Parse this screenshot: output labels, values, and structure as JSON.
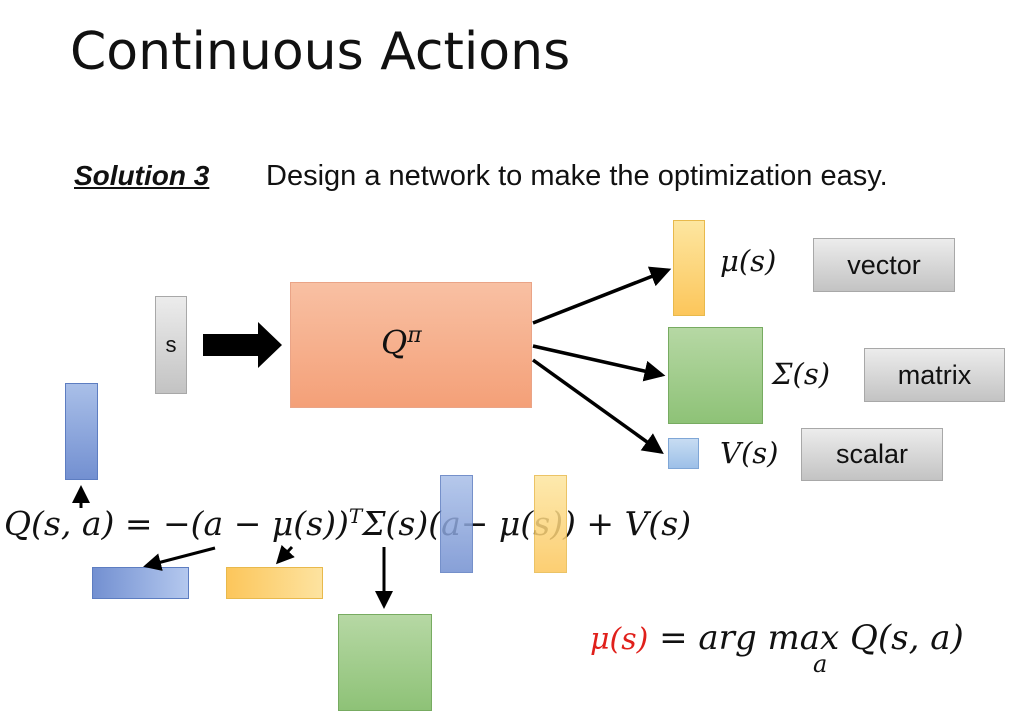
{
  "slide": {
    "title": "Continuous Actions",
    "solution_label": "Solution 3",
    "solution_text": "Design a network to make the optimization easy."
  },
  "network": {
    "input_label": "s",
    "network_label": "Q",
    "network_superscript": "π"
  },
  "outputs": [
    {
      "symbol": "μ(s)",
      "type_label": "vector",
      "color": "#fcc65b"
    },
    {
      "symbol": "Σ(s)",
      "type_label": "matrix",
      "color": "#8ec277"
    },
    {
      "symbol": "V(s)",
      "type_label": "scalar",
      "color": "#9dc0e8"
    }
  ],
  "equations": {
    "q_equation_lhs": "Q(s, a) = −(a − μ(s))",
    "q_equation_sup": "T",
    "q_equation_mid": "Σ(s)(",
    "q_equation_a": "a",
    "q_equation_minus_mu": "− μ(s",
    "q_equation_end": ")) + V(s)",
    "argmax_mu": "μ(s)",
    "argmax_eq": " = arg max Q(s, a)",
    "argmax_sub": "a"
  },
  "colors": {
    "network": "#f4a078",
    "mu": "#fcc65b",
    "sigma": "#8ec277",
    "a_vector": "#7390d1",
    "argmax_mu": "#e0201b"
  }
}
